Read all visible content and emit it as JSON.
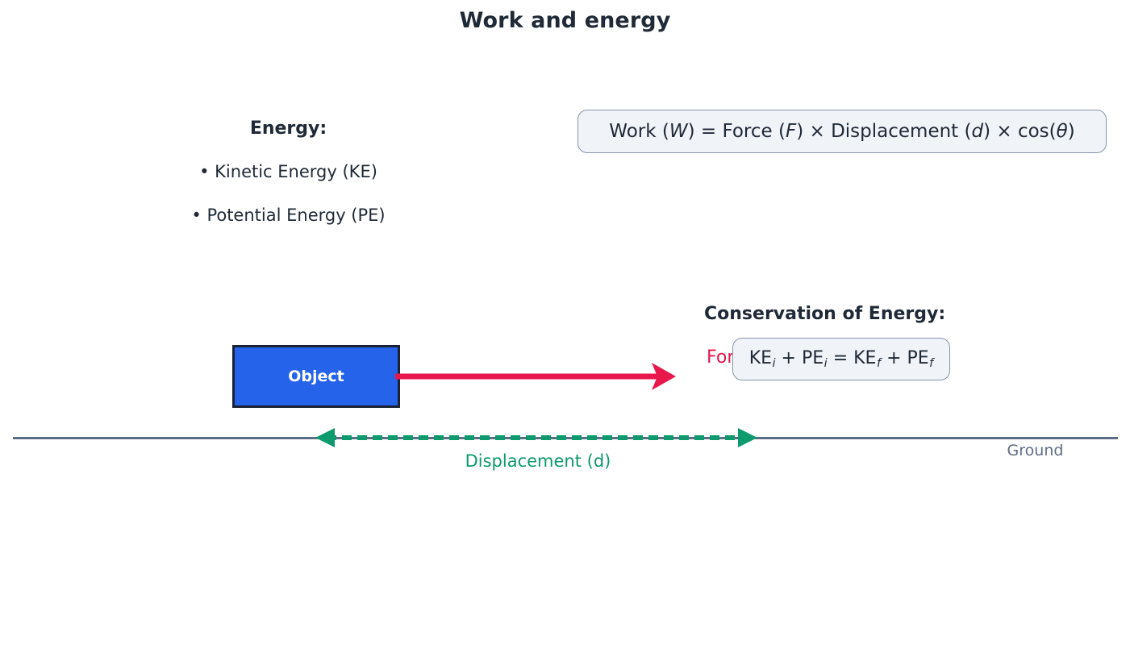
{
  "slide": {
    "title": "Work and energy",
    "background_color": "#ffffff",
    "text_color": "#1f2937"
  },
  "energy_section": {
    "heading": "Energy:",
    "items": [
      {
        "bullet": "•",
        "label": "Kinetic Energy (KE)"
      },
      {
        "bullet": "•",
        "label": "Potential Energy (PE)"
      }
    ]
  },
  "work_formula": {
    "full_text": "Work (W) = Force (F) × Displacement (d) × cos(θ)",
    "parts": {
      "work": "Work (",
      "work_var": "W",
      "eq": ") = Force (",
      "force_var": "F",
      "times1": ") × Displacement (",
      "disp_var": "d",
      "times2": ") × cos(",
      "theta_var": "θ",
      "close": ")"
    },
    "background_color": "#f0f3f8",
    "border_color": "#8794a8"
  },
  "conservation_section": {
    "heading": "Conservation of Energy:",
    "formula": {
      "full_text": "KE i + PE i = KE f + PE f",
      "ke1": "KE",
      "sub_i1": "i",
      "plus1": " + PE",
      "sub_i2": "i",
      "equals": " = KE",
      "sub_f1": "f",
      "plus2": " + PE",
      "sub_f2": "f"
    }
  },
  "diagram": {
    "object_box": {
      "label": "Object",
      "fill_color": "#2563eb",
      "border_color": "#1a2233",
      "text_color": "#ffffff"
    },
    "force_arrow": {
      "label": "Force (F)",
      "color": "#e8184c",
      "direction": "right"
    },
    "displacement_arrow": {
      "label": "Displacement (d)",
      "color": "#0d9a6c",
      "style": "dashed",
      "direction": "double"
    },
    "ground": {
      "label": "Ground",
      "color": "#5d6d85"
    }
  }
}
